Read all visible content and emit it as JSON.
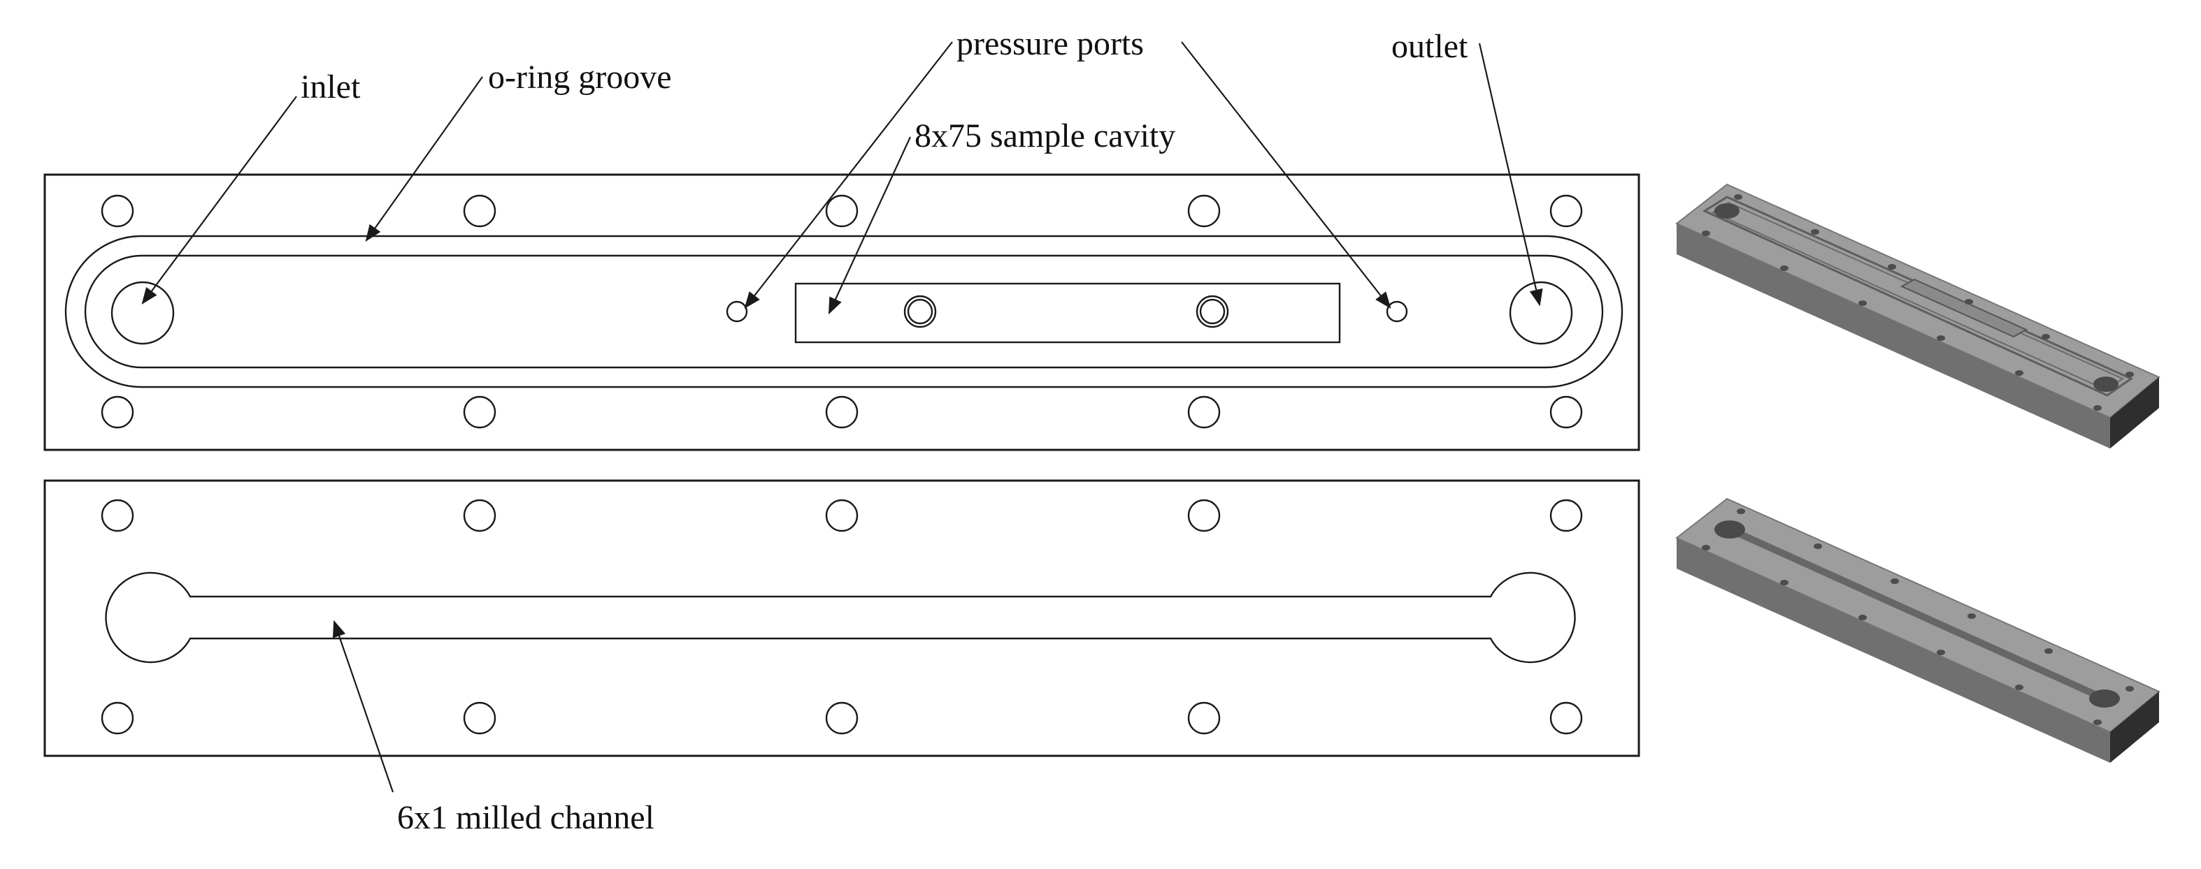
{
  "labels": {
    "inlet": "inlet",
    "oring": "o-ring groove",
    "pressure": "pressure ports",
    "cavity": "8x75 sample cavity",
    "outlet": "outlet",
    "channel": "6x1 milled channel"
  },
  "renders": {
    "top_plate_3d": "isometric render of top plate",
    "bottom_plate_3d": "isometric render of bottom plate"
  },
  "colors": {
    "line": "#1a1a1a",
    "metal_top": "#9a9a9a",
    "metal_side": "#6e6e6e",
    "metal_end": "#2c2c2c"
  }
}
